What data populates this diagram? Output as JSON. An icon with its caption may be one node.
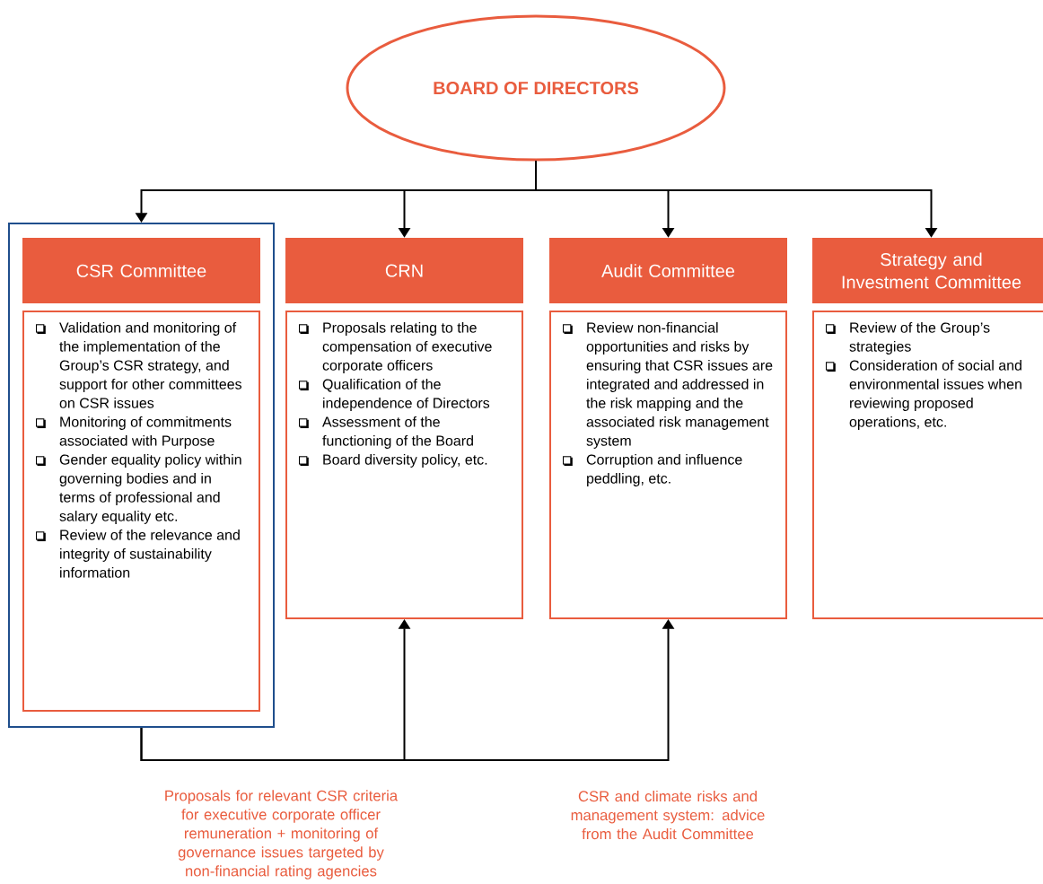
{
  "diagram": {
    "nodes": [
      {
        "text": [
          "BOARD OF DIRECTORS"
        ]
      },
      {
        "text": [],
        "shape": "box"
      },
      {
        "text": [
          "CSR Committee"
        ],
        "in": 1
      },
      {
        "text": [
          "Validation and monitoring of the implementation of the Group’s CSR strategy, and support for other committees on CSR issues",
          "Monitoring of commitments associated with Purpose",
          "Gender equality policy within governing bodies and in terms of professional and salary equality etc.",
          "Review of the relevance and integrity of sustainability information"
        ],
        "in": 1
      },
      {
        "text": [
          "CRN"
        ]
      },
      {
        "text": [
          "Proposals relating to the compensation of executive corporate officers",
          "Qualification of the independence of Directors",
          "Assessment of the functioning of the Board",
          "Board diversity policy, etc."
        ]
      },
      {
        "text": [
          "Audit Committee"
        ]
      },
      {
        "text": [
          "Review non-financial opportunities and risks by ensuring that CSR issues are integrated and addressed in the risk mapping and the associated risk management system",
          "Corruption and influence peddling, etc."
        ]
      },
      {
        "text": [
          "Strategy and Investment Committee"
        ]
      },
      {
        "text": [
          "Review of the Group’s strategies",
          "Consideration of social and environmental issues when reviewing proposed operations, etc."
        ]
      }
    ],
    "edges": [
      {
        "from": 0,
        "to": 1,
        "arrow": "to"
      },
      {
        "from": 0,
        "to": 4,
        "arrow": "to"
      },
      {
        "from": 0,
        "to": 6,
        "arrow": "to"
      },
      {
        "from": 0,
        "to": 8,
        "arrow": "to"
      },
      {
        "from": 1,
        "to": 5,
        "arrow": "to"
      },
      {
        "from": 1,
        "to": 7,
        "arrow": "to"
      }
    ],
    "labels": [
      "Proposals for relevant CSR criteria for executive corporate officer remuneration + monitoring of governance issues targeted by non-financial rating agencies",
      "CSR and climate risks and management system: advice from the Audit Committee"
    ]
  }
}
